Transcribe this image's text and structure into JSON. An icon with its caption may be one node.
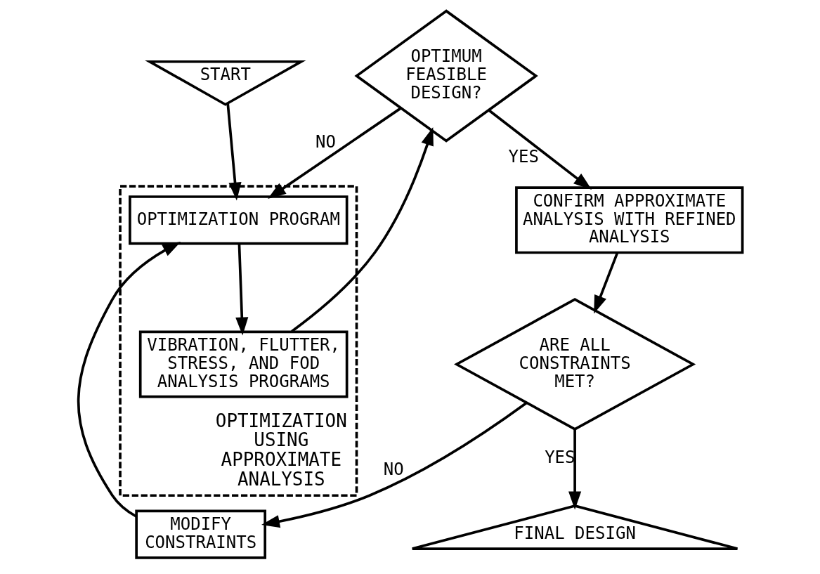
{
  "diagram": {
    "nodes": [
      {
        "text": [
          "START"
        ]
      },
      {
        "text": [
          "OPTIMIZATION USING APPROXIMATE ANALYSIS"
        ]
      },
      {
        "text": [
          "OPTIMIZATION PROGRAM"
        ],
        "in": 1
      },
      {
        "text": [
          "VIBRATION, FLUTTER, STRESS, AND FOD ANALYSIS PROGRAMS"
        ],
        "in": 1
      },
      {
        "text": [
          "OPTIMUM FEASIBLE DESIGN?"
        ]
      },
      {
        "text": [
          "CONFIRM APPROXIMATE ANALYSIS WITH REFINED ANALYSIS"
        ]
      },
      {
        "text": [
          "ARE ALL CONSTRAINTS MET?"
        ]
      },
      {
        "text": [
          "MODIFY CONSTRAINTS"
        ]
      },
      {
        "text": [
          "FINAL DESIGN"
        ]
      }
    ],
    "edges": [
      {
        "from": 0,
        "to": 2,
        "arrow": "to"
      },
      {
        "from": 2,
        "to": 3,
        "arrow": "to"
      },
      {
        "from": 3,
        "to": 4,
        "arrow": "to"
      },
      {
        "from": 4,
        "to": 2,
        "arrow": "to",
        "label": "NO"
      },
      {
        "from": 4,
        "to": 5,
        "arrow": "to",
        "label": "YES"
      },
      {
        "from": 5,
        "to": 6,
        "arrow": "to"
      },
      {
        "from": 6,
        "to": 7,
        "arrow": "to",
        "label": "NO"
      },
      {
        "from": 7,
        "to": 2,
        "arrow": "to"
      },
      {
        "from": 6,
        "to": 8,
        "arrow": "to",
        "label": "YES"
      }
    ]
  }
}
